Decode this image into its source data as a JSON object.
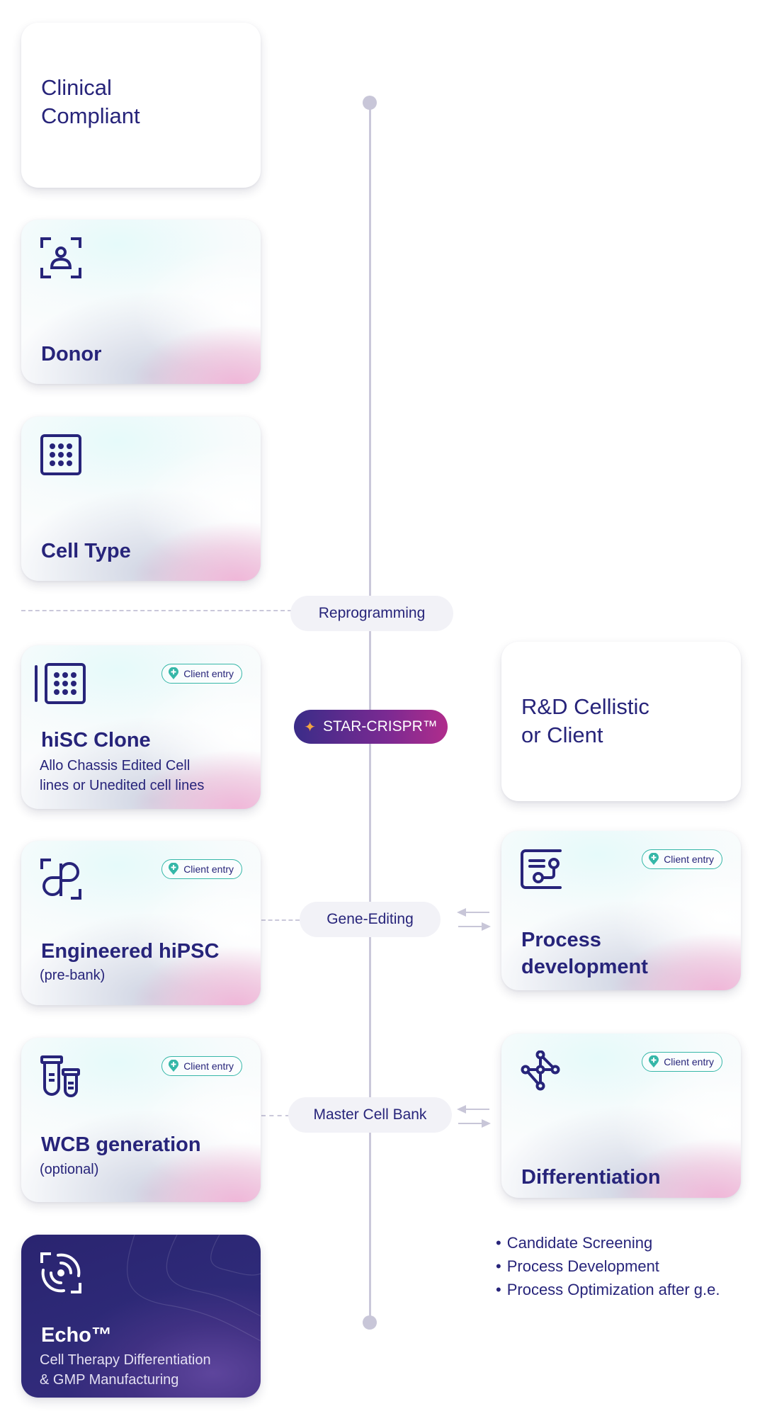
{
  "timeline": {
    "steps": {
      "reprogramming": "Reprogramming",
      "star_crispr": "STAR-CRISPR™",
      "gene_editing": "Gene-Editing",
      "master_cell_bank": "Master Cell Bank"
    }
  },
  "left_column": {
    "header": {
      "line1": "Clinical",
      "line2": "Compliant"
    },
    "cards": [
      {
        "title": "Donor",
        "icon": "person-scan-icon"
      },
      {
        "title": "Cell Type",
        "icon": "grid-dots-icon"
      },
      {
        "title": "hiSC Clone",
        "subtitle_line1": "Allo Chassis Edited Cell",
        "subtitle_line2": "lines or Unedited cell lines",
        "icon": "grid-dots-icon",
        "badge": "Client entry"
      },
      {
        "title": "Engineered hiPSC",
        "subtitle_line1": "(pre-bank)",
        "icon": "gene-strand-icon",
        "badge": "Client entry"
      },
      {
        "title": "WCB generation",
        "subtitle_line1": "(optional)",
        "icon": "test-tubes-icon",
        "badge": "Client entry"
      },
      {
        "title": "Echo™",
        "subtitle_line1": "Cell Therapy Differentiation",
        "subtitle_line2": "& GMP Manufacturing",
        "icon": "signal-scan-icon"
      }
    ]
  },
  "right_column": {
    "header": {
      "line1": "R&D Cellistic",
      "line2": "or Client"
    },
    "cards": [
      {
        "title_line1": "Process",
        "title_line2": "development",
        "icon": "process-flow-icon",
        "badge": "Client entry"
      },
      {
        "title": "Differentiation",
        "icon": "network-nodes-icon",
        "badge": "Client entry"
      }
    ],
    "bullets": [
      "Candidate Screening",
      "Process Development",
      "Process Optimization after g.e."
    ]
  },
  "colors": {
    "navy": "#27247a",
    "timeline_gray": "#cac8da",
    "badge_teal": "#36b7a8",
    "star_gradient_start": "#3a2c88",
    "star_gradient_end": "#b02c8c",
    "sparkle": "#f2a541"
  }
}
